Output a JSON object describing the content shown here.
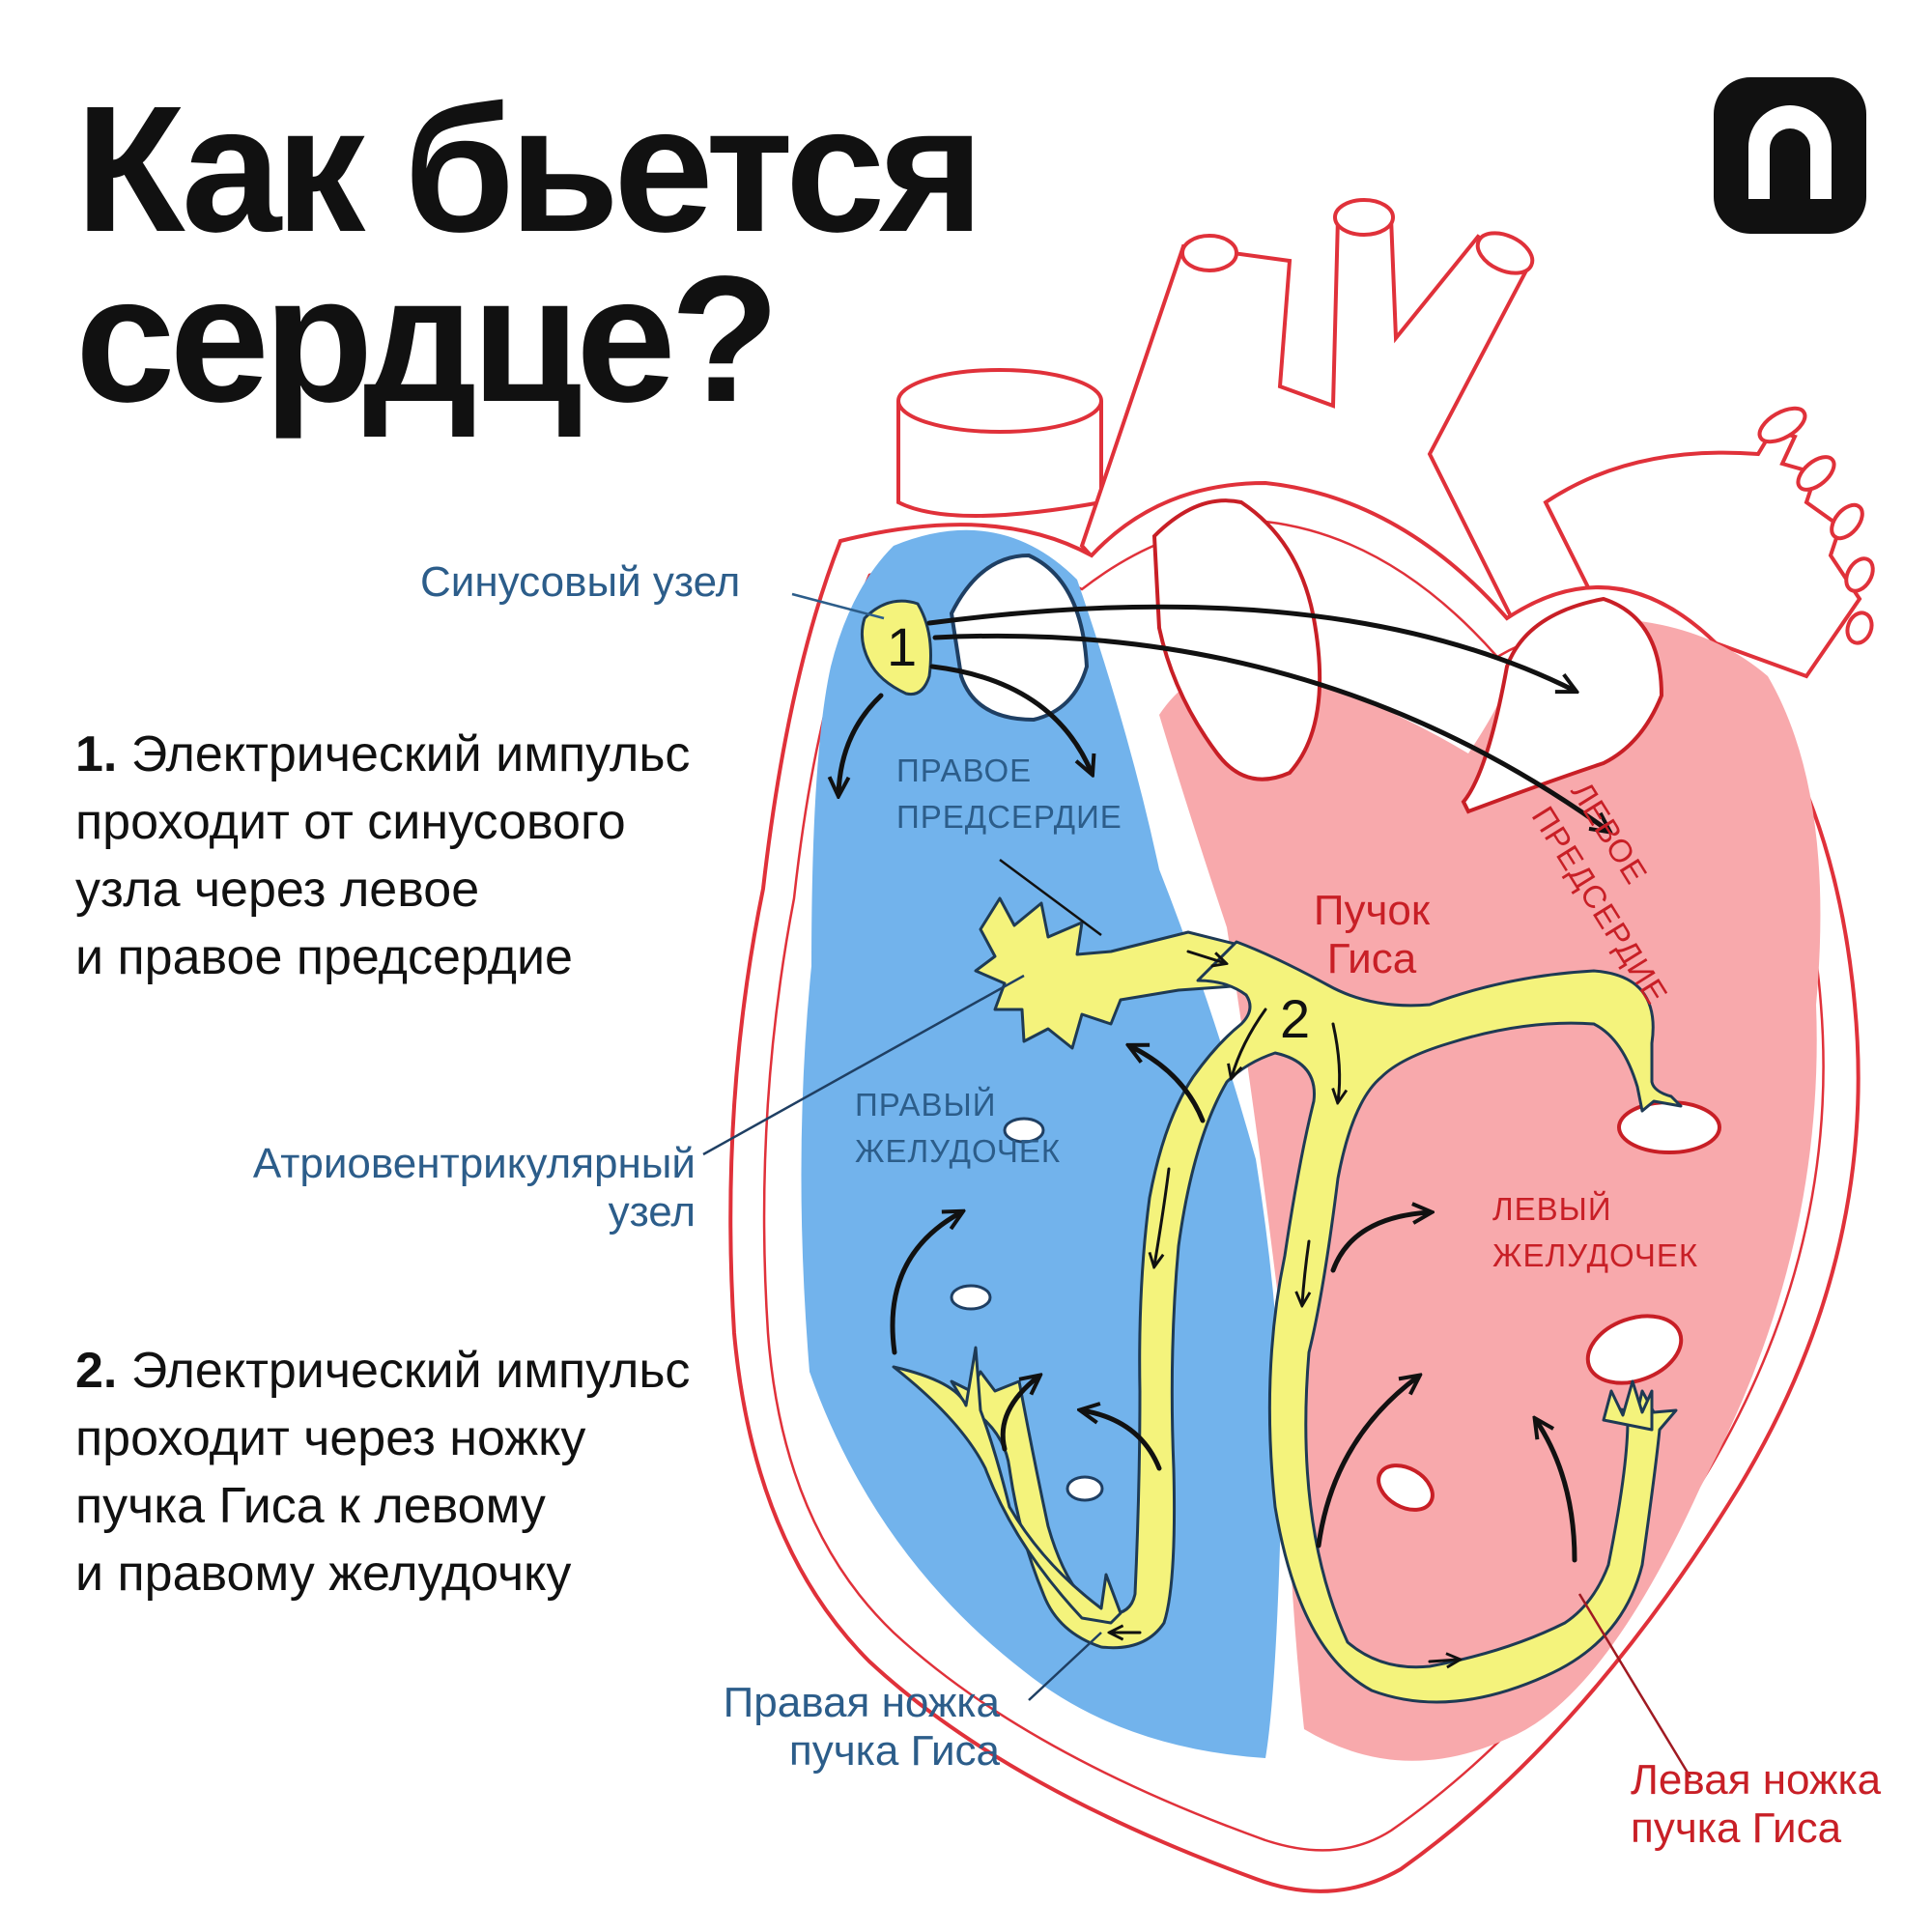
{
  "title": {
    "line1": "Как бьется",
    "line2": "сердце?"
  },
  "logo": {
    "icon": "arch-n-logo",
    "color": "#111111"
  },
  "steps": [
    {
      "number": "1.",
      "lines": [
        "Электрический импульс",
        "проходит от синусового",
        "узла через левое",
        "и правое предсердие"
      ]
    },
    {
      "number": "2.",
      "lines": [
        "Электрический импульс",
        "проходит через ножку",
        "пучка Гиса к левому",
        "и правому желудочку"
      ]
    }
  ],
  "labels": {
    "sinus_node": "Синусовый узел",
    "av_node": [
      "Атриовентрикулярный",
      "узел"
    ],
    "right_branch": [
      "Правая ножка",
      "пучка Гиса"
    ],
    "left_branch": [
      "Левая ножка",
      "пучка Гиса"
    ],
    "his_bundle": [
      "Пучок",
      "Гиса"
    ]
  },
  "chambers": {
    "right_atrium": [
      "ПРАВОЕ",
      "ПРЕДСЕРДИЕ"
    ],
    "right_ventricle": [
      "ПРАВЫЙ",
      "ЖЕЛУДОЧЕК"
    ],
    "left_atrium": [
      "ЛЕВОЕ",
      "ПРЕДСЕРДИЕ"
    ],
    "left_ventricle": [
      "ЛЕВЫЙ",
      "ЖЕЛУДОЧЕК"
    ]
  },
  "markers": {
    "m1": "1",
    "m2": "2"
  },
  "colors": {
    "outline_red": "#e0313a",
    "blue_side": "#72b3ec",
    "pink_side": "#f8a9ac",
    "conduction_yellow": "#f4f37c",
    "label_blue": "#2c5d8a",
    "label_red": "#c81f26"
  }
}
